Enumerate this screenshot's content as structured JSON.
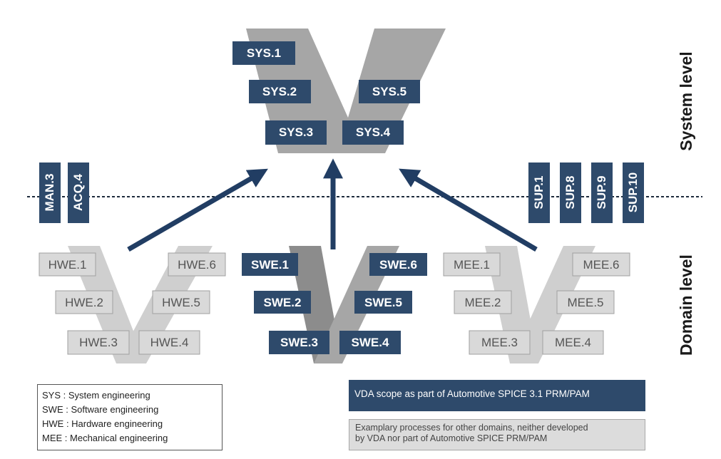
{
  "colors": {
    "dark_box": "#2e4a6b",
    "dark_arrow": "#213d63",
    "light_box": "#d9d9d9",
    "top_v": "#a6a6a6",
    "swe_left_v": "#8c8c8c",
    "swe_right_v": "#a6a6a6",
    "light_v": "#cfcfcf"
  },
  "system": {
    "boxes": [
      "SYS.1",
      "SYS.2",
      "SYS.5",
      "SYS.3",
      "SYS.4"
    ]
  },
  "management": [
    "MAN.3",
    "ACQ.4"
  ],
  "support": [
    "SUP.1",
    "SUP.8",
    "SUP.9",
    "SUP.10"
  ],
  "hwe": [
    "HWE.1",
    "HWE.6",
    "HWE.2",
    "HWE.5",
    "HWE.3",
    "HWE.4"
  ],
  "swe": [
    "SWE.1",
    "SWE.6",
    "SWE.2",
    "SWE.5",
    "SWE.3",
    "SWE.4"
  ],
  "mee": [
    "MEE.1",
    "MEE.6",
    "MEE.2",
    "MEE.5",
    "MEE.3",
    "MEE.4"
  ],
  "levels": {
    "system": "System level",
    "domain": "Domain level"
  },
  "legend": {
    "lines": [
      "SYS : System engineering",
      "SWE : Software engineering",
      "HWE : Hardware engineering",
      "MEE : Mechanical engineering"
    ]
  },
  "scope": {
    "vda": "VDA scope as part of Automotive SPICE 3.1 PRM/PAM",
    "other_line1": "Examplary processes for other domains, neither developed",
    "other_line2": "by VDA nor part of Automotive SPICE PRM/PAM"
  }
}
